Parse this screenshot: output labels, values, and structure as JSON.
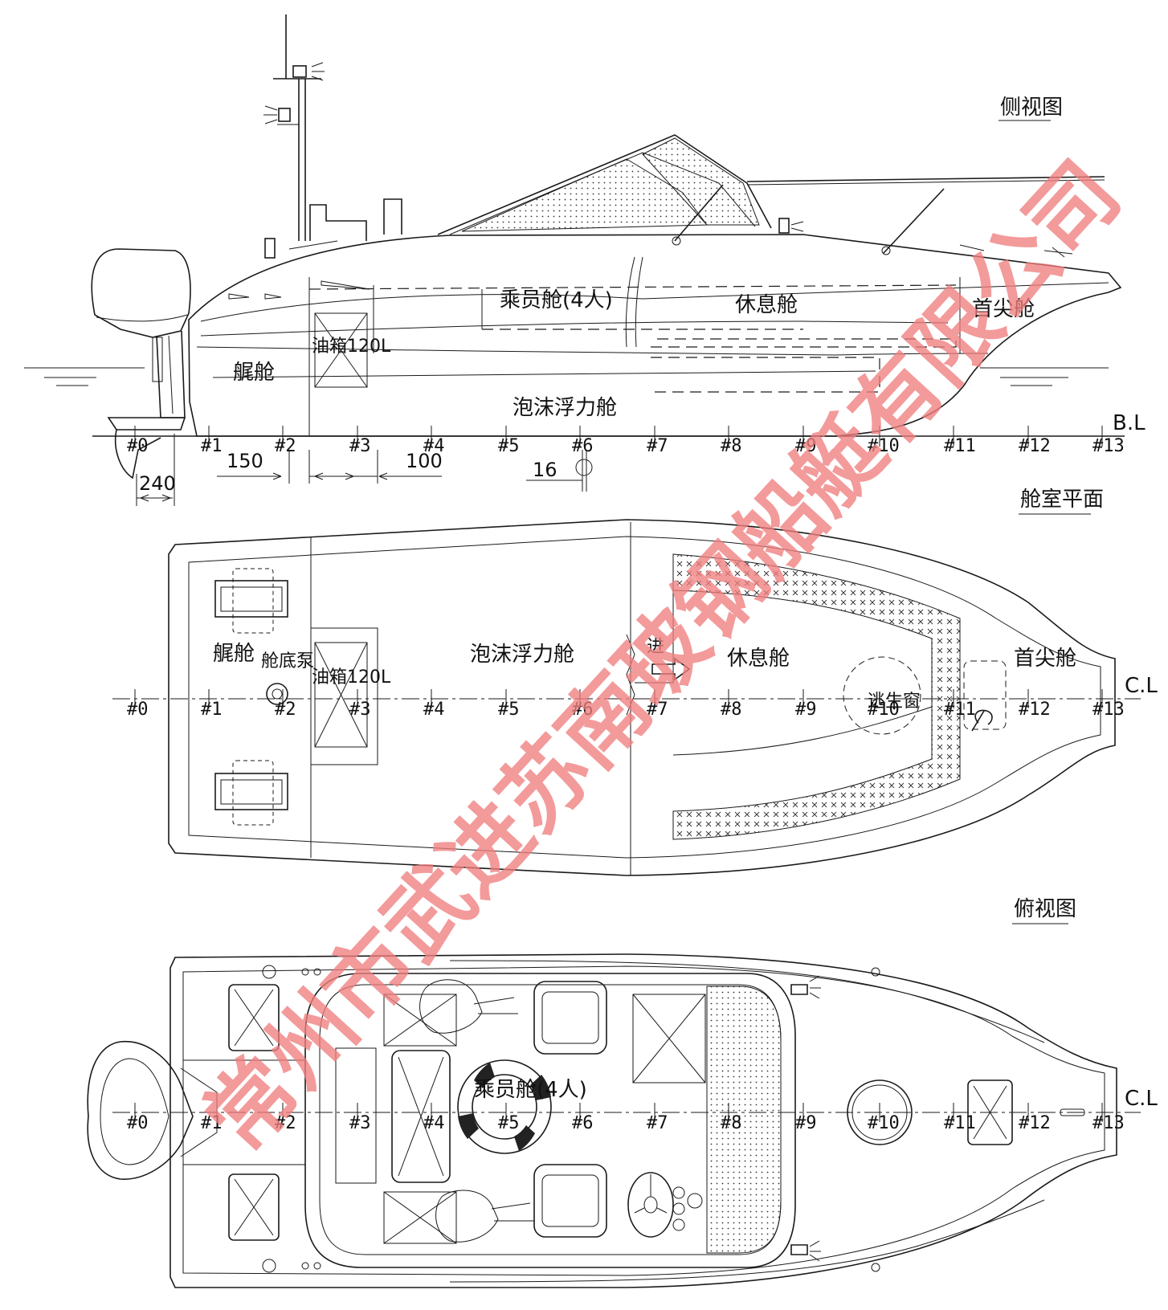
{
  "views": {
    "side": {
      "title": "侧视图",
      "labels": {
        "crew": "乘员舱(4人)",
        "rest": "休息舱",
        "bow": "首尖舱",
        "fuel": "油箱120L",
        "stern": "艉舱",
        "foam": "泡沫浮力舱"
      },
      "baseline": "B.L",
      "dims": {
        "d150": "150",
        "d100": "100",
        "d16": "16",
        "d240": "240"
      }
    },
    "cabin": {
      "title": "舱室平面",
      "labels": {
        "stern": "艉舱",
        "pump": "舱底泵",
        "fuel": "油箱120L",
        "foam": "泡沫浮力舱",
        "enter": "进",
        "rest": "休息舱",
        "hatch": "逃生窗",
        "bow": "首尖舱"
      },
      "centerline": "C.L"
    },
    "top": {
      "title": "俯视图",
      "labels": {
        "crew": "乘员舱(4人)"
      },
      "centerline": "C.L"
    }
  },
  "frames": [
    "#0",
    "#1",
    "#2",
    "#3",
    "#4",
    "#5",
    "#6",
    "#7",
    "#8",
    "#9",
    "#10",
    "#11",
    "#12",
    "#13"
  ],
  "watermark": "常州市武进苏南玻钢船艇有限公司",
  "colors": {
    "line": "#1a1a1a",
    "watermark": "#ef7d7d"
  }
}
